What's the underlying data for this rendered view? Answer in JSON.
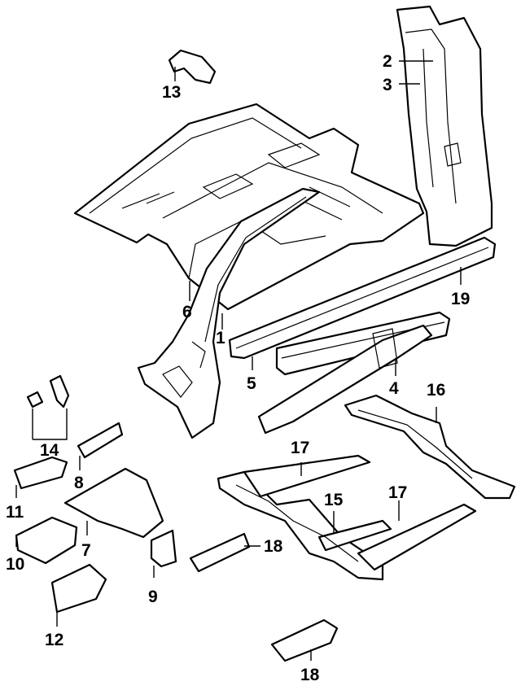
{
  "diagram": {
    "callouts": [
      {
        "id": "c1",
        "label": "1"
      },
      {
        "id": "c2",
        "label": "2"
      },
      {
        "id": "c3",
        "label": "3"
      },
      {
        "id": "c4",
        "label": "4"
      },
      {
        "id": "c5",
        "label": "5"
      },
      {
        "id": "c6",
        "label": "6"
      },
      {
        "id": "c7",
        "label": "7"
      },
      {
        "id": "c8",
        "label": "8"
      },
      {
        "id": "c9",
        "label": "9"
      },
      {
        "id": "c10",
        "label": "10"
      },
      {
        "id": "c11",
        "label": "11"
      },
      {
        "id": "c12",
        "label": "12"
      },
      {
        "id": "c13",
        "label": "13"
      },
      {
        "id": "c14",
        "label": "14"
      },
      {
        "id": "c15",
        "label": "15"
      },
      {
        "id": "c16",
        "label": "16"
      },
      {
        "id": "c17a",
        "label": "17"
      },
      {
        "id": "c17b",
        "label": "17"
      },
      {
        "id": "c18a",
        "label": "18"
      },
      {
        "id": "c18b",
        "label": "18"
      },
      {
        "id": "c19",
        "label": "19"
      }
    ]
  }
}
